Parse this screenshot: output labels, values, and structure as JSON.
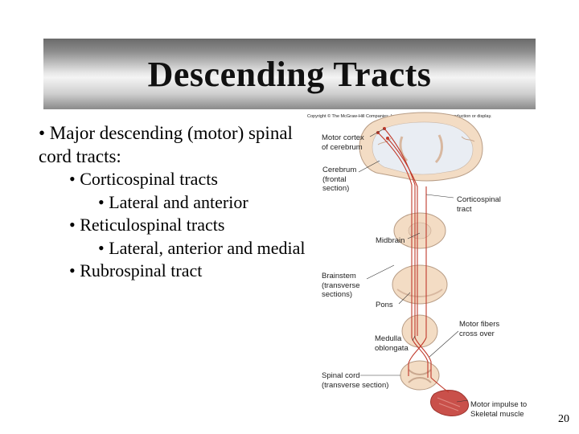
{
  "slide": {
    "title": "Descending Tracts",
    "copyright": "Copyright © The McGraw-Hill Companies, Inc. Permission required for reproduction or display.",
    "page_number": "20"
  },
  "bullets": [
    {
      "level": 1,
      "text": "• Major descending (motor) spinal"
    },
    {
      "level": 1,
      "text": "cord tracts:"
    },
    {
      "level": 2,
      "text": "• Corticospinal tracts"
    },
    {
      "level": 3,
      "text": "• Lateral and anterior"
    },
    {
      "level": 2,
      "text": "• Reticulospinal tracts"
    },
    {
      "level": 3,
      "text": "• Lateral, anterior and medial"
    },
    {
      "level": 2,
      "text": "• Rubrospinal tract"
    }
  ],
  "figure_labels": {
    "motor_cortex": "Motor cortex\nof cerebrum",
    "cerebrum": "Cerebrum\n(frontal\nsection)",
    "corticospinal": "Corticospinal\ntract",
    "midbrain": "Midbrain",
    "brainstem": "Brainstem\n(transverse\nsections)",
    "pons": "Pons",
    "medulla": "Medulla\noblongata",
    "motor_fibers": "Motor fibers\ncross over",
    "spinal_cord": "Spinal cord\n(transverse section)",
    "motor_impulse": "Motor impulse to\nSkeletal muscle"
  },
  "colors": {
    "tract": "#c0392b",
    "brain_tissue": "#f3dcc4",
    "white_matter": "#e9edf3",
    "muscle": "#c9504a"
  }
}
